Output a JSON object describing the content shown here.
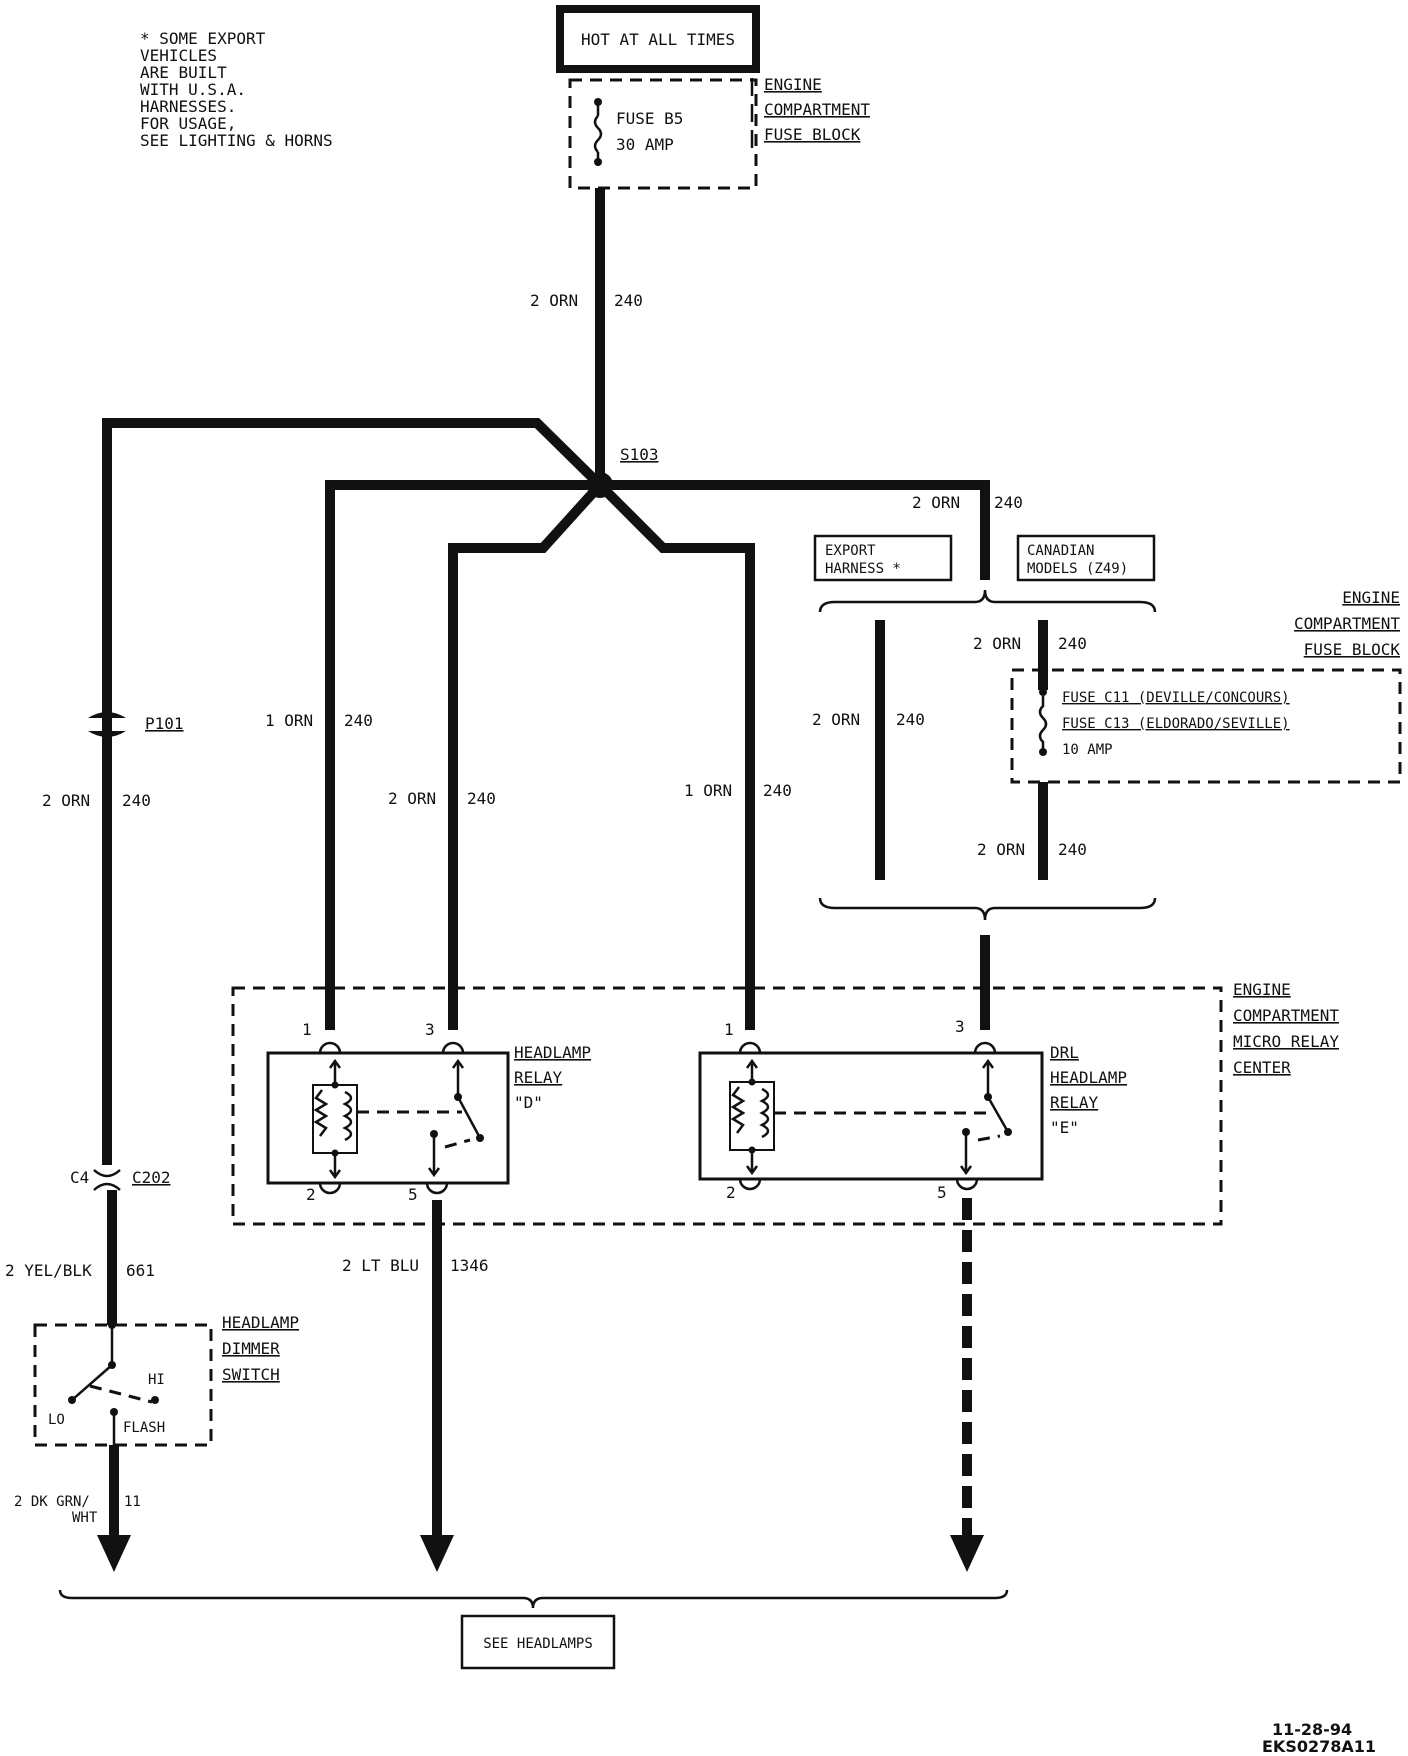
{
  "note": [
    "* SOME EXPORT",
    "VEHICLES",
    "ARE BUILT",
    "WITH U.S.A.",
    "HARNESSES.",
    "FOR USAGE,",
    "SEE LIGHTING & HORNS"
  ],
  "hot": "HOT AT ALL TIMES",
  "fuse_b5": {
    "line1": "FUSE B5",
    "line2": "30 AMP"
  },
  "fuse_block_top": [
    "ENGINE",
    "COMPARTMENT",
    "FUSE BLOCK"
  ],
  "wires": {
    "main": {
      "gauge": "2 ORN",
      "circuit": "240"
    },
    "right_top": {
      "gauge": "2 ORN",
      "circuit": "240"
    },
    "left": {
      "gauge": "2 ORN",
      "circuit": "240"
    },
    "relay_d_1": {
      "gauge": "1 ORN",
      "circuit": "240"
    },
    "relay_d_3": {
      "gauge": "2 ORN",
      "circuit": "240"
    },
    "relay_e_1": {
      "gauge": "1 ORN",
      "circuit": "240"
    },
    "export": {
      "gauge": "2 ORN",
      "circuit": "240"
    },
    "canadian_top": {
      "gauge": "2 ORN",
      "circuit": "240"
    },
    "canadian_bottom": {
      "gauge": "2 ORN",
      "circuit": "240"
    },
    "dimmer_in": {
      "gauge": "2 YEL/BLK",
      "circuit": "661"
    },
    "dimmer_out": {
      "gauge_line1": "2 DK GRN/",
      "gauge_line2": "WHT",
      "circuit": "11"
    },
    "relay_d_out": {
      "gauge": "2 LT BLU",
      "circuit": "1346"
    }
  },
  "splice": "S103",
  "pass_through": "P101",
  "connector": {
    "left": "C4",
    "right": "C202"
  },
  "export_box": [
    "EXPORT",
    "HARNESS *"
  ],
  "canadian_box": [
    "CANADIAN",
    "MODELS (Z49)"
  ],
  "fuse_block_right": [
    "ENGINE",
    "COMPARTMENT",
    "FUSE BLOCK"
  ],
  "fuse_c": {
    "line1": "FUSE C11 (DEVILLE/CONCOURS)",
    "line2": "FUSE C13 (ELDORADO/SEVILLE)",
    "line3": "10 AMP"
  },
  "relay_center": [
    "ENGINE",
    "COMPARTMENT",
    "MICRO RELAY",
    "CENTER"
  ],
  "relay_d": [
    "HEADLAMP",
    "RELAY",
    "\"D\""
  ],
  "relay_e": [
    "DRL",
    "HEADLAMP",
    "RELAY",
    "\"E\""
  ],
  "pins": {
    "p1": "1",
    "p2": "2",
    "p3": "3",
    "p5": "5"
  },
  "dimmer": {
    "title": [
      "HEADLAMP",
      "DIMMER",
      "SWITCH"
    ],
    "hi": "HI",
    "lo": "LO",
    "flash": "FLASH"
  },
  "see_headlamps": "SEE HEADLAMPS",
  "footer": {
    "date": "11-28-94",
    "code": "EKS0278A11"
  }
}
